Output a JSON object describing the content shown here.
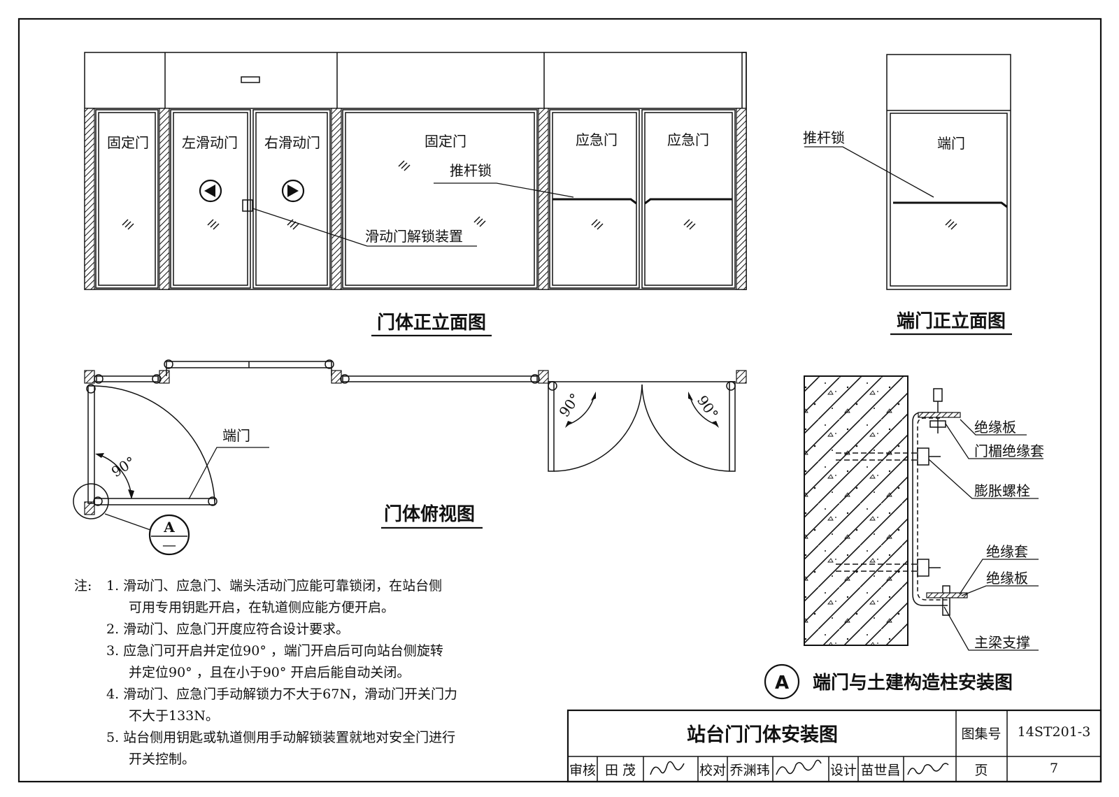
{
  "elevation": {
    "title": "门体正立面图",
    "panels": [
      "固定门",
      "左滑动门",
      "右滑动门",
      "固定门",
      "应急门",
      "应急门"
    ],
    "callouts": {
      "push_bar": "推杆锁",
      "unlock": "滑动门解锁装置"
    }
  },
  "end_door_elevation": {
    "title": "端门正立面图",
    "panel": "端门",
    "callouts": {
      "push_bar": "推杆锁"
    }
  },
  "plan_view": {
    "title": "门体俯视图",
    "end_door_label": "端门",
    "angles": [
      "90°",
      "90°",
      "90°"
    ],
    "detail_ref": {
      "top": "A",
      "bottom": "—"
    }
  },
  "detail_a": {
    "marker": "A",
    "title": "端门与土建构造柱安装图",
    "labels": [
      "绝缘板",
      "门楣绝缘套",
      "膨胀螺栓",
      "绝缘套",
      "绝缘板",
      "主梁支撑"
    ]
  },
  "notes": {
    "prefix": "注:",
    "lines": [
      "1. 滑动门、应急门、端头活动门应能可靠锁闭，在站台侧",
      "可用专用钥匙开启，在轨道侧应能方便开启。",
      "2. 滑动门、应急门开度应符合设计要求。",
      "3. 应急门可开启并定位90° ，端门开启后可向站台侧旋转",
      "并定位90° ，且在小于90° 开启后能自动关闭。",
      "4. 滑动门、应急门手动解锁力不大于67N，滑动门开关门力",
      "不大于133N。",
      "5. 站台侧用钥匙或轨道侧用手动解锁装置就地对安全门进行",
      "开关控制。"
    ]
  },
  "title_block": {
    "drawing_title": "站台门门体安装图",
    "atlas_label": "图集号",
    "atlas_no": "14ST201-3",
    "review_label": "审核",
    "reviewer": "田 茂",
    "check_label": "校对",
    "checker": "乔渊玮",
    "design_label": "设计",
    "designer": "苗世昌",
    "page_label": "页",
    "page_no": "7"
  }
}
